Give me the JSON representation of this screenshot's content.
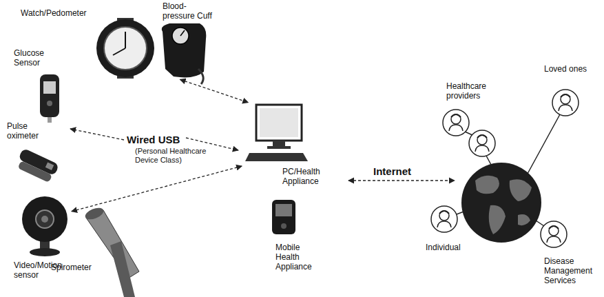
{
  "diagram": {
    "nodes": [
      {
        "text": [
          "Watch/Pedometer"
        ]
      },
      {
        "text": [
          "Blood-pressure Cuff"
        ]
      },
      {
        "text": [
          "Glucose Sensor"
        ]
      },
      {
        "text": [
          "Pulse oximeter"
        ]
      },
      {
        "text": [
          "Video/Motion sensor"
        ]
      },
      {
        "text": [
          "Spirometer"
        ]
      },
      {
        "text": [
          "PC/Health Appliance"
        ]
      },
      {
        "text": [
          "Mobile Health Appliance"
        ]
      },
      {
        "text": [
          "Healthcare providers"
        ]
      },
      {
        "text": [
          "Loved ones"
        ]
      },
      {
        "text": [
          "Individual"
        ]
      },
      {
        "text": [
          "Disease Management Services"
        ]
      }
    ],
    "edges": [
      {
        "from": 1,
        "to": 6,
        "arrow": "both"
      },
      {
        "from": 4,
        "to": 6,
        "arrow": "both"
      }
    ],
    "labels": [
      "Wired USB",
      "(Personal Healthcare Device Class)",
      "Internet"
    ]
  }
}
